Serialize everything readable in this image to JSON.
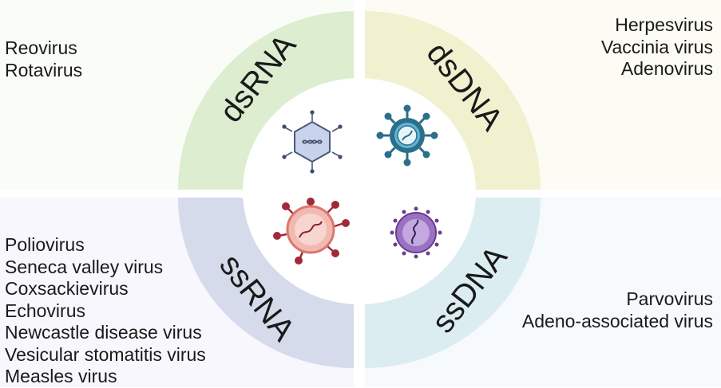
{
  "quadrants": {
    "top_left": {
      "label": "dsRNA",
      "color": "#dcedd0",
      "viruses": [
        "Reovirus",
        "Rotavirus"
      ]
    },
    "top_right": {
      "label": "dsDNA",
      "color": "#f1f1cf",
      "viruses": [
        "Herpesvirus",
        "Vaccinia virus",
        "Adenovirus"
      ]
    },
    "bottom_left": {
      "label": "ssRNA",
      "color": "#d6dbeb",
      "viruses": [
        "Poliovirus",
        "Seneca valley virus",
        "Coxsackievirus",
        "Echovirus",
        "Newcastle disease virus",
        "Vesicular stomatitis virus",
        "Measles virus"
      ]
    },
    "bottom_right": {
      "label": "ssDNA",
      "color": "#dcedf2",
      "viruses": [
        "Parvovirus",
        "Adeno-associated virus"
      ]
    }
  },
  "icons": [
    "dsrna-virus-icon",
    "dsdna-virus-icon",
    "ssrna-virus-icon",
    "ssdna-virus-icon"
  ]
}
